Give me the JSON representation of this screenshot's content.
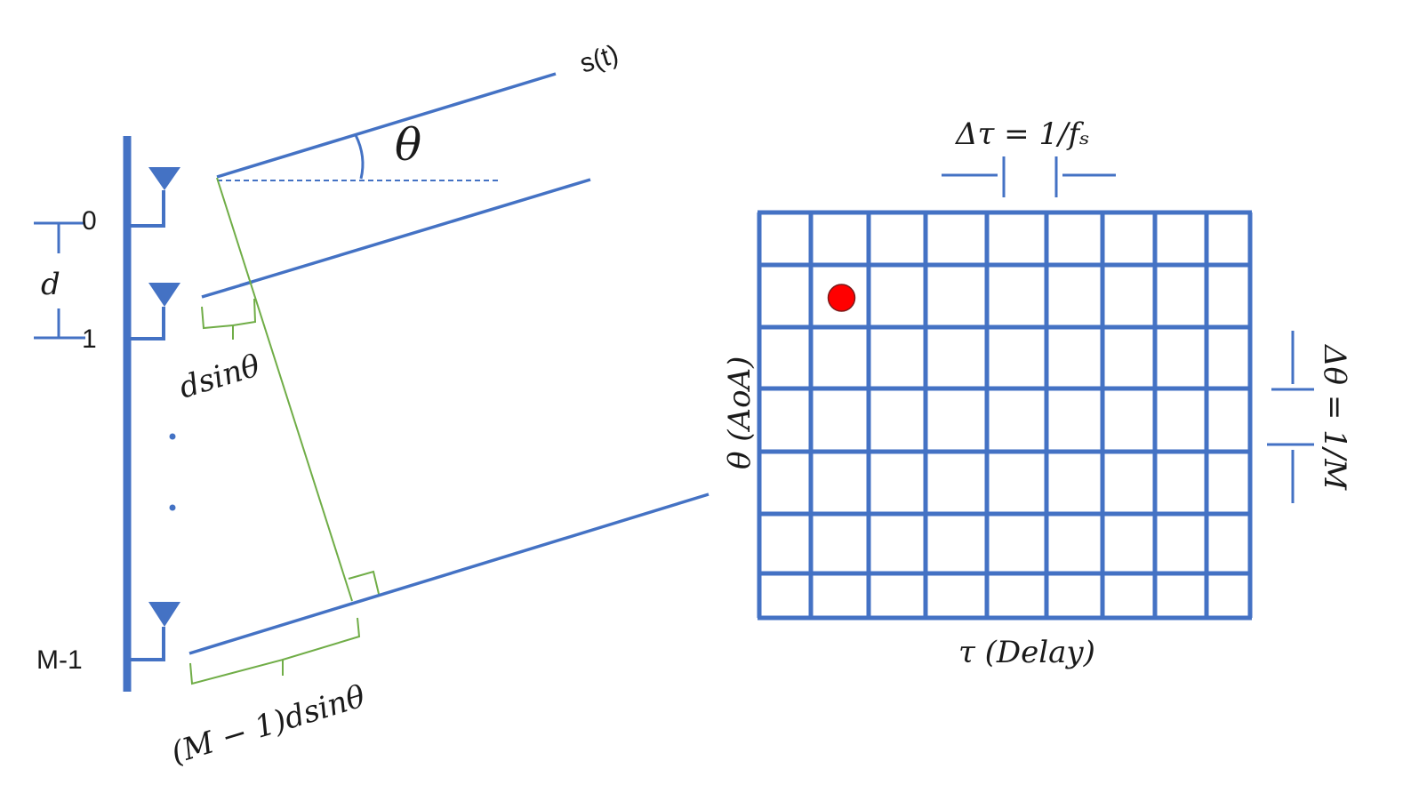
{
  "colors": {
    "array_blue": "#4472C4",
    "bracket_green": "#70AD47",
    "target_red": "#FF0000",
    "text": "#1a1a1a"
  },
  "array": {
    "antenna_labels": [
      "0",
      "1",
      "M-1"
    ],
    "spacing_label": "d",
    "ellipsis_dots": 2
  },
  "wavefront": {
    "signal_label": "s(t)",
    "angle_label": "θ",
    "path_diff_1_label": "dsinθ",
    "path_diff_m_label": "(M − 1)dsinθ"
  },
  "grid": {
    "rows": 7,
    "columns": 9,
    "target_cell": {
      "row": 1,
      "column": 1
    },
    "x_axis_label": "τ (Delay)",
    "y_axis_label": "θ (AoA)",
    "x_resolution_label": "Δτ = 1/fₛ",
    "y_resolution_label": "Δθ = 1/M"
  }
}
